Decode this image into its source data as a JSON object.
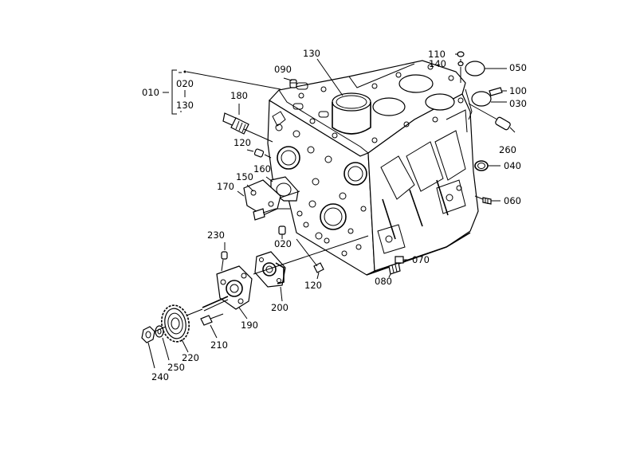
{
  "diagram": {
    "group_bracket": {
      "parent": "010",
      "children": [
        "020",
        "130"
      ]
    },
    "callouts": [
      {
        "id": "c-090",
        "label": "090"
      },
      {
        "id": "c-130",
        "label": "130"
      },
      {
        "id": "c-110",
        "label": "110"
      },
      {
        "id": "c-140",
        "label": "140"
      },
      {
        "id": "c-050",
        "label": "050"
      },
      {
        "id": "c-100",
        "label": "100"
      },
      {
        "id": "c-030",
        "label": "030"
      },
      {
        "id": "c-180",
        "label": "180"
      },
      {
        "id": "c-260",
        "label": "260"
      },
      {
        "id": "c-120a",
        "label": "120"
      },
      {
        "id": "c-040",
        "label": "040"
      },
      {
        "id": "c-160",
        "label": "160"
      },
      {
        "id": "c-150",
        "label": "150"
      },
      {
        "id": "c-170",
        "label": "170"
      },
      {
        "id": "c-060",
        "label": "060"
      },
      {
        "id": "c-020",
        "label": "020"
      },
      {
        "id": "c-230",
        "label": "230"
      },
      {
        "id": "c-070",
        "label": "070"
      },
      {
        "id": "c-080",
        "label": "080"
      },
      {
        "id": "c-120b",
        "label": "120"
      },
      {
        "id": "c-200",
        "label": "200"
      },
      {
        "id": "c-190",
        "label": "190"
      },
      {
        "id": "c-210",
        "label": "210"
      },
      {
        "id": "c-220",
        "label": "220"
      },
      {
        "id": "c-250",
        "label": "250"
      },
      {
        "id": "c-240",
        "label": "240"
      }
    ]
  }
}
